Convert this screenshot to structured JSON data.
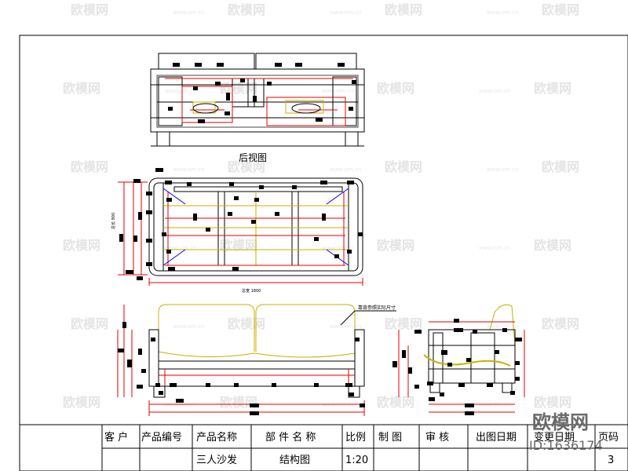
{
  "drawing": {
    "rear_view_label": "后视图",
    "overall_width_note": "总宽 1800",
    "overall_depth_note": "总长 900",
    "back_note": "靠背参照实际尺寸"
  },
  "watermark": {
    "brand": "欧模网",
    "url": "www.om.cn"
  },
  "title_block": {
    "headers": {
      "customer": "客  户",
      "product_code": "产品编号",
      "product_name": "产品名称",
      "part_name": "部 件 名 称",
      "scale": "比例",
      "drawer": "制  图",
      "reviewer": "审  核",
      "issue_date": "出图日期",
      "change_date": "变更日期",
      "page_no": "页码"
    },
    "values": {
      "product_name": "三人沙发",
      "part_name": "结构图",
      "scale": "1:20",
      "page_no": "3"
    }
  },
  "brand_overlay": {
    "name": "欧模网",
    "id_label": "ID:1636174"
  },
  "colors": {
    "red": "#e60000",
    "yellow": "#c8b000",
    "blue": "#0000ee",
    "magenta": "#cc00cc",
    "cyan": "#00aacc"
  }
}
